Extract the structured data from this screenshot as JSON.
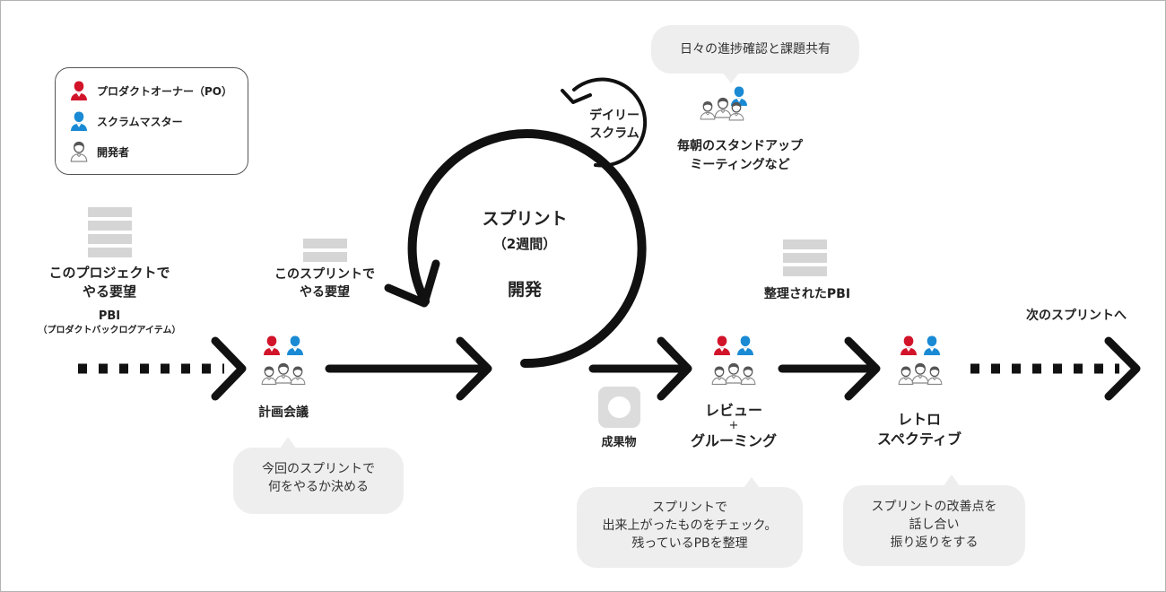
{
  "colors": {
    "po": "#d2142a",
    "scrum_master": "#1a8ad4",
    "developer": "#555555",
    "arrow": "#111111",
    "bubble_bg": "#eeeeee",
    "pbi_bar": "#d5d5d5"
  },
  "legend": {
    "items": [
      {
        "icon": "person-po-icon",
        "label": "プロダクトオーナー（PO）"
      },
      {
        "icon": "person-scrum-master-icon",
        "label": "スクラムマスター"
      },
      {
        "icon": "person-developer-icon",
        "label": "開発者"
      }
    ]
  },
  "product_backlog": {
    "title_line1": "このプロジェクトで",
    "title_line2": "やる要望",
    "abbr": "PBI",
    "full": "（プロダクトバックログアイテム）"
  },
  "sprint_backlog": {
    "title_line1": "このスプリントで",
    "title_line2": "やる要望"
  },
  "planning": {
    "label": "計画会議",
    "bubble_line1": "今回のスプリントで",
    "bubble_line2": "何をやるか決める"
  },
  "sprint": {
    "title": "スプリント",
    "duration": "（2週間）",
    "activity": "開発"
  },
  "daily_scrum": {
    "label_line1": "デイリー",
    "label_line2": "スクラム",
    "bubble": "日々の進捗確認と課題共有",
    "desc_line1": "毎朝のスタンドアップ",
    "desc_line2": "ミーティングなど"
  },
  "increment": {
    "label": "成果物"
  },
  "refined_pbi": {
    "label": "整理されたPBI"
  },
  "review": {
    "label_line1": "レビュー",
    "label_line2": "+",
    "label_line3": "グルーミング",
    "bubble_line1": "スプリントで",
    "bubble_line2": "出来上がったものをチェック。",
    "bubble_line3": "残っているPBを整理"
  },
  "retro": {
    "label_line1": "レトロ",
    "label_line2": "スペクティブ",
    "bubble_line1": "スプリントの改善点を",
    "bubble_line2": "話し合い",
    "bubble_line3": "振り返りをする"
  },
  "next_sprint": {
    "label": "次のスプリントへ"
  }
}
